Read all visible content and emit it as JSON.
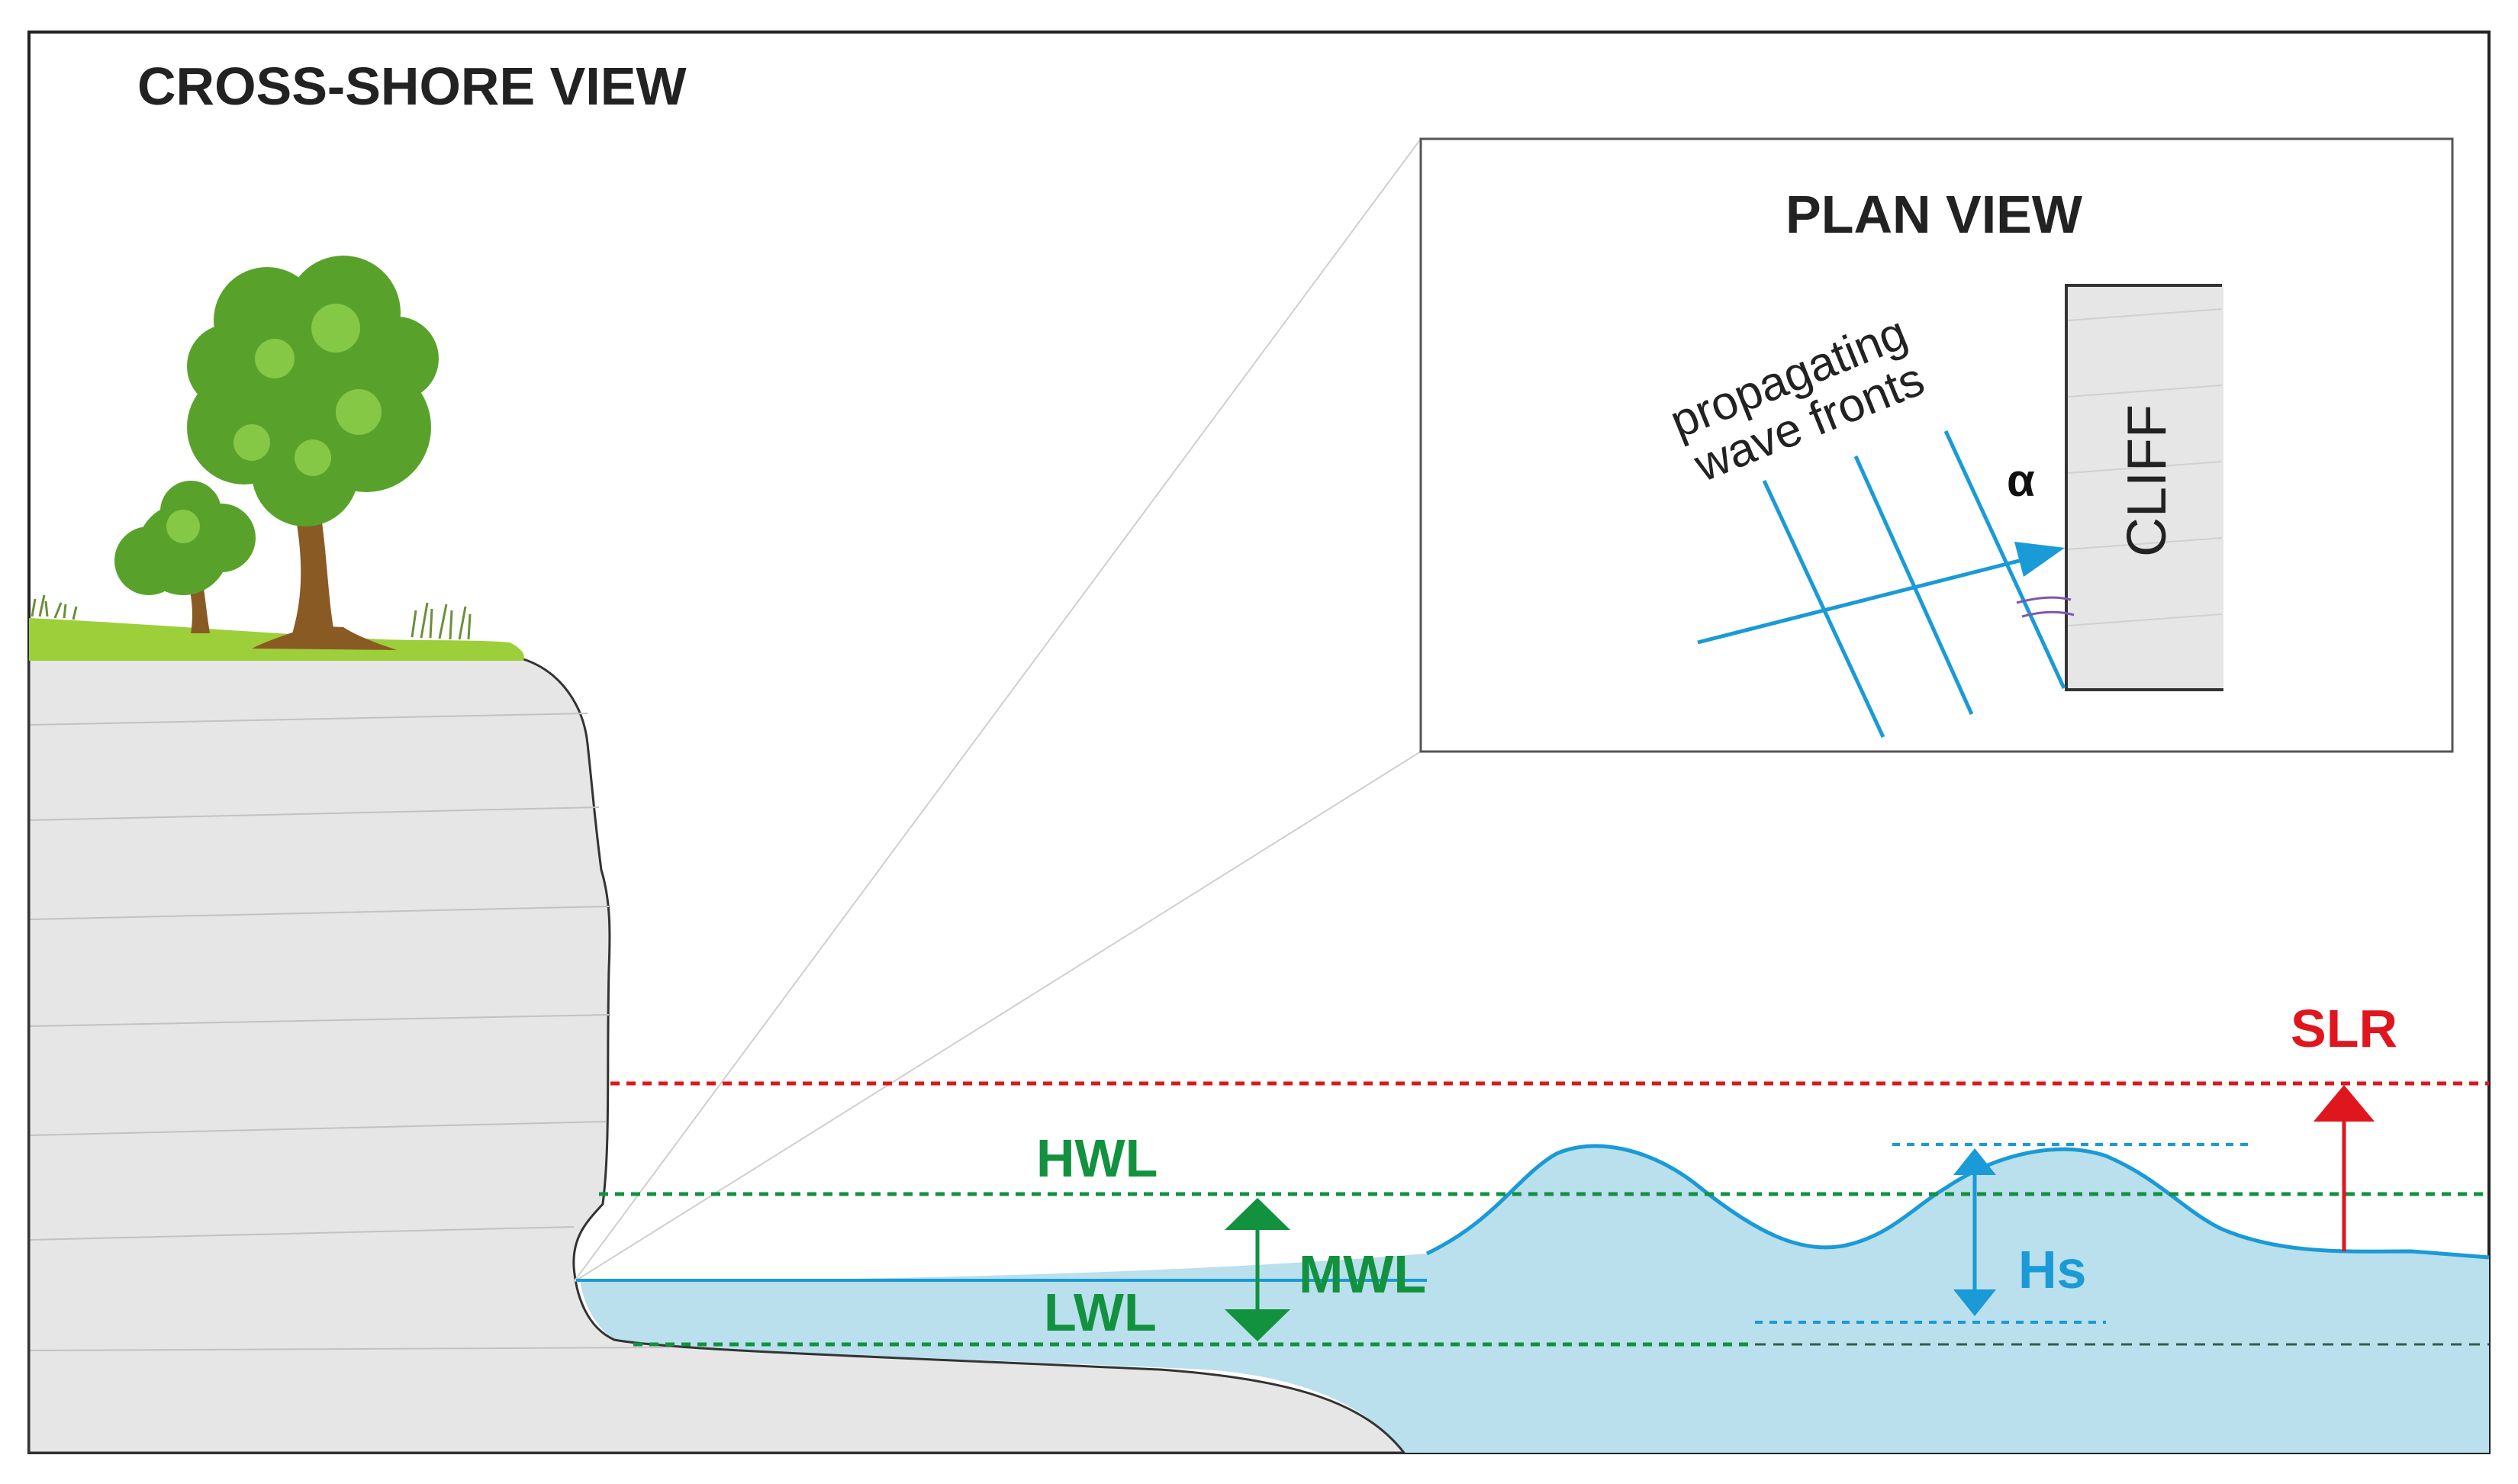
{
  "titles": {
    "cross_shore": "CROSS-SHORE VIEW",
    "plan_view": "PLAN VIEW"
  },
  "plan_view": {
    "propagating": "propagating",
    "wave_fronts": "wave fronts",
    "alpha": "α",
    "cliff": "CLIFF"
  },
  "levels": {
    "slr": "SLR",
    "hwl": "HWL",
    "mwl": "MWL",
    "lwl": "LWL",
    "hs": "Hs"
  },
  "colors": {
    "sea_fill": "#b9e0ec",
    "sea_line": "#1a9ad6",
    "cliff_fill": "#e6e6e6",
    "cliff_stroke": "#333333",
    "slr_red": "#e0161e",
    "level_green": "#12913f",
    "grass": "#9dcf3a",
    "foliage": "#58a22b",
    "trunk": "#8a5a25"
  },
  "icons": {
    "tree": "tree-illustration",
    "grass": "grass-tuft"
  }
}
